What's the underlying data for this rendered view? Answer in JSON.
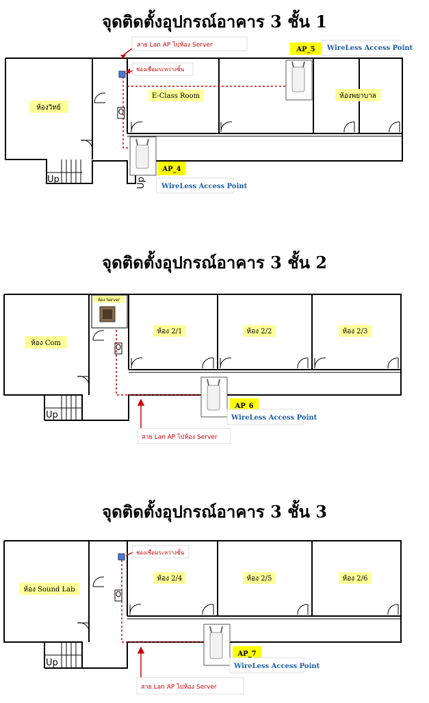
{
  "floor1": {
    "title": "จุดติดตั้งอุปกรณ์อาคาร 3 ชั้น 1",
    "rooms": [
      "ห้องวิทย์",
      "E-Class Room",
      "ห้องพยาบาล"
    ],
    "cable_note": "สาย Lan AP ไปห้อง Server",
    "floor_hole": "ช่องเชื่อมระหว่างชั้น",
    "ap_left": {
      "id": "AP_5",
      "label": "WireLess Access Point"
    },
    "ap_right": {
      "id": "AP_4",
      "label": "WireLess Access Point"
    },
    "stair_up": "Up",
    "stair_up2": "Up"
  },
  "floor2": {
    "title": "จุดติดตั้งอุปกรณ์อาคาร 3 ชั้น 2",
    "rooms": [
      "ห้อง Com",
      "ห้อง 2/1",
      "ห้อง 2/2",
      "ห้อง 2/3"
    ],
    "server_room": "ห้อง Server",
    "cable_note": "สาย Lan AP ไปห้อง Server",
    "ap": {
      "id": "AP_6",
      "label": "WireLess Access Point"
    },
    "stair_up": "Up"
  },
  "floor3": {
    "title": "จุดติดตั้งอุปกรณ์อาคาร 3 ชั้น 3",
    "rooms": [
      "ห้อง Sound Lab",
      "ห้อง 2/4",
      "ห้อง 2/5",
      "ห้อง 2/6"
    ],
    "floor_hole": "ช่องเชื่อมระหว่างชั้น",
    "cable_note": "สาย Lan AP ไปห้อง Server",
    "ap": {
      "id": "AP_7",
      "label": "WireLess Access Point"
    },
    "stair_up": "Up"
  },
  "colors": {
    "label_bg": "#ffff99",
    "ap_bg": "#ffff00",
    "cable": "#cc0000",
    "ap_text": "#1f5fa8",
    "hole": "#4a79c8"
  }
}
